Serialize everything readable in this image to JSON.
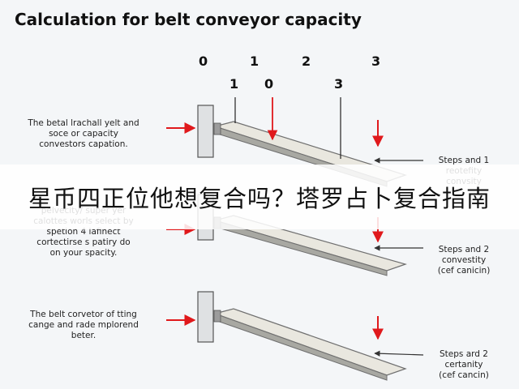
{
  "title": "Calculation for belt conveyor capacity",
  "header_numbers_row1": [
    "0",
    "1",
    "2",
    "3"
  ],
  "header_numbers_row2": [
    "1",
    "0",
    "3"
  ],
  "left_notes": [
    "The betal lrachall yelt and\nsoce or capacity\nconvestors capation.",
    "pelvecity/ super yer\ncalottes worls select by\nspetion 4 lafinect\ncortectirse s patiry do\non your spacity.",
    "The belt corvetor of tting\ncange and rade mplorend\nbeter."
  ],
  "right_steps": [
    "Steps and 1\nreotefity\nconvsity",
    "Steps and 2\nconvestity\n(cef canicin)",
    "Steps ard 2\ncertanity\n(cef cancin)"
  ],
  "overlay_banner": "星币四正位他想复合吗？塔罗占卜复合指南",
  "colors": {
    "arrow_red": "#e0191c",
    "belt_face": "#e9e7df",
    "belt_edge": "#6f6f6f",
    "banner_bg": "#ffffff"
  }
}
